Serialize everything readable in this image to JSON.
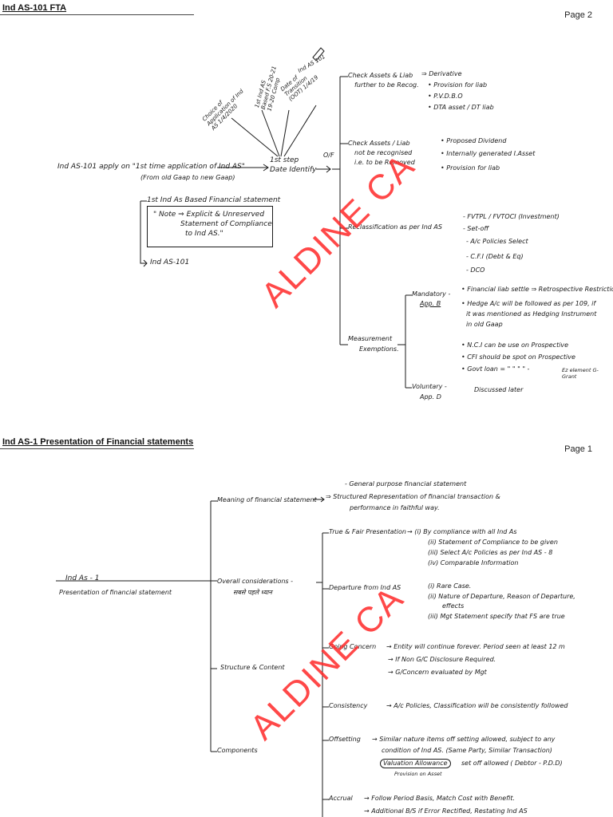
{
  "watermark": "ALDINE CA",
  "pages": [
    {
      "title": "Ind AS-101 FTA",
      "page_label": "Page 2",
      "notes": {
        "root": "Ind AS-101 apply on \"1st time application of Ind AS\"",
        "root_sub": "(From old Gaap to new Gaap)",
        "first_step": "1st step",
        "date_identify": "Date Identify",
        "ofs": "O/F",
        "ind_as101_top": "Ind AS 101",
        "c1": "Choice of Application of Ind AS 1/4/2020",
        "c2": "1st Ind AS Based F.S 20-21 19-20 Comp",
        "c3": "Date of Transition (OOT) 1/4/19",
        "box_title": "1st Ind As Based Financial statement",
        "box_note1": "\" Note ⇒ Explicit & Unreserved",
        "box_note2": "Statement of Compliance",
        "box_note3": "to Ind AS.\"",
        "ind_as101": "Ind AS-101",
        "b1a": "Check Assets & Liab",
        "b1b": "further to be Recog.",
        "b1_i1": "⇒ Derivative",
        "b1_i2": "• Provision for liab",
        "b1_i3": "• P.V.D.B.O",
        "b1_i4": "• DTA asset / DT liab",
        "b2a": "Check Assets / Liab",
        "b2b": "not be recognised",
        "b2c": "i.e. to be Removed",
        "b2_i1": "• Proposed Dividend",
        "b2_i2": "• Internally generated I.Asset",
        "b2_i3": "• Provision for liab",
        "b3": "Reclassification as per Ind AS",
        "b3_i1": "- FVTPL / FVTOCI (Investment)",
        "b3_i2": "- Set-off",
        "b3_i3": "- A/c Policies Select",
        "b3_i4": "- C.F.I (Debt & Eq)",
        "b3_i5": "- DCO",
        "b4a": "Measurement",
        "b4b": "Exemptions.",
        "mand_a": "Mandatory -",
        "mand_b": "App. B",
        "m1": "• Financial liab settle ⇒ Retrospective Restriction",
        "m2a": "• Hedge A/c will be followed as per 109, if",
        "m2b": "it was mentioned as Hedging Instrument",
        "m2c": "in old Gaap",
        "m3": "• N.C.I can be use on Prospective",
        "m4": "• CFI should be spot on Prospective",
        "m5": "• Govt loan = \" \" \" \" -",
        "m5b": "Ez element G-Grant",
        "vol_a": "Voluntary -",
        "vol_b": "App. D",
        "vol_c": "Discussed later"
      }
    },
    {
      "title": "Ind AS-1 Presentation of Financial statements",
      "page_label": "Page 1",
      "notes": {
        "gp": "- General purpose financial statement",
        "meaning": "Meaning of financial statement",
        "meaning_d1": "⇒ Structured Representation of financial transaction &",
        "meaning_d2": "performance in faithful way.",
        "root1": "Ind As - 1",
        "root2": "Presentation of financial statement",
        "overall": "Overall considerations -",
        "overall_hi": "सबसे पहले ध्यान",
        "tf": "True & Fair Presentation",
        "tf1": "→ (i) By compliance with all Ind As",
        "tf2": "(ii) Statement of Compliance to be given",
        "tf3": "(iii) Select A/c Policies as per Ind AS - 8",
        "tf4": "(iv) Comparable Information",
        "dep": "Departure from Ind AS",
        "dep1": "(i) Rare Case.",
        "dep2": "(ii) Nature of Departure, Reason of Departure,",
        "dep2b": "effects",
        "dep3": "(iii) Mgt Statement specify that FS are true",
        "gc": "Going Concern",
        "gc1": "→ Entity will continue forever. Period seen at least 12 m",
        "gc2": "→ If Non G/C Disclosure Required.",
        "gc3": "→ G/Concern evaluated by Mgt",
        "struct": "Structure & Content",
        "cons": "Consistency",
        "cons1": "→ A/c Policies, Classification will be consistently followed",
        "comp": "Components",
        "off": "Offsetting",
        "off1": "→ Similar nature items off setting allowed, subject to any",
        "off2": "condition of Ind AS. (Same Party, Similar Transaction)",
        "off3": "Valuation Allowance",
        "off3b": "set off allowed ( Debtor - P.D.D)",
        "off4": "Provision on Asset",
        "acc": "Accrual",
        "acc1": "→ Follow Period Basis, Match Cost with Benefit.",
        "acc2": "→ Additional B/S if Error Rectified, Restating Ind AS"
      }
    }
  ]
}
